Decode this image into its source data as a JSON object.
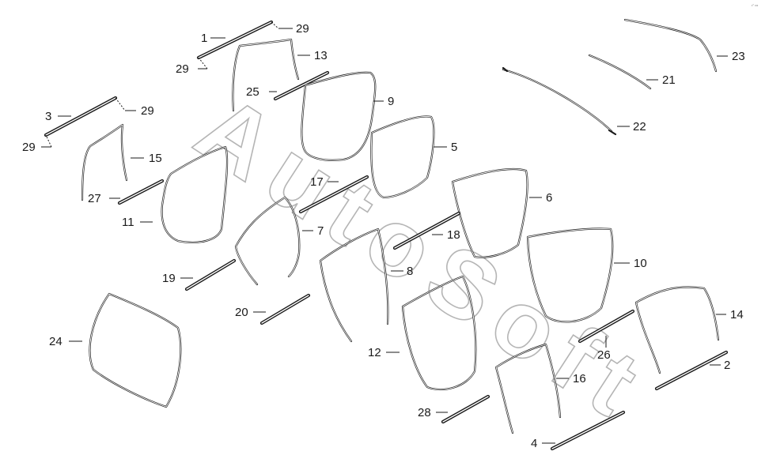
{
  "diagram": {
    "callouts": [
      "1",
      "2",
      "3",
      "4",
      "5",
      "6",
      "7",
      "8",
      "9",
      "10",
      "11",
      "12",
      "13",
      "14",
      "15",
      "16",
      "17",
      "18",
      "19",
      "20",
      "21",
      "22",
      "23",
      "24",
      "25",
      "26",
      "27",
      "28",
      "29",
      "29",
      "29",
      "29"
    ],
    "watermark": "AutoSoft",
    "corner_mark": "•° •••"
  }
}
